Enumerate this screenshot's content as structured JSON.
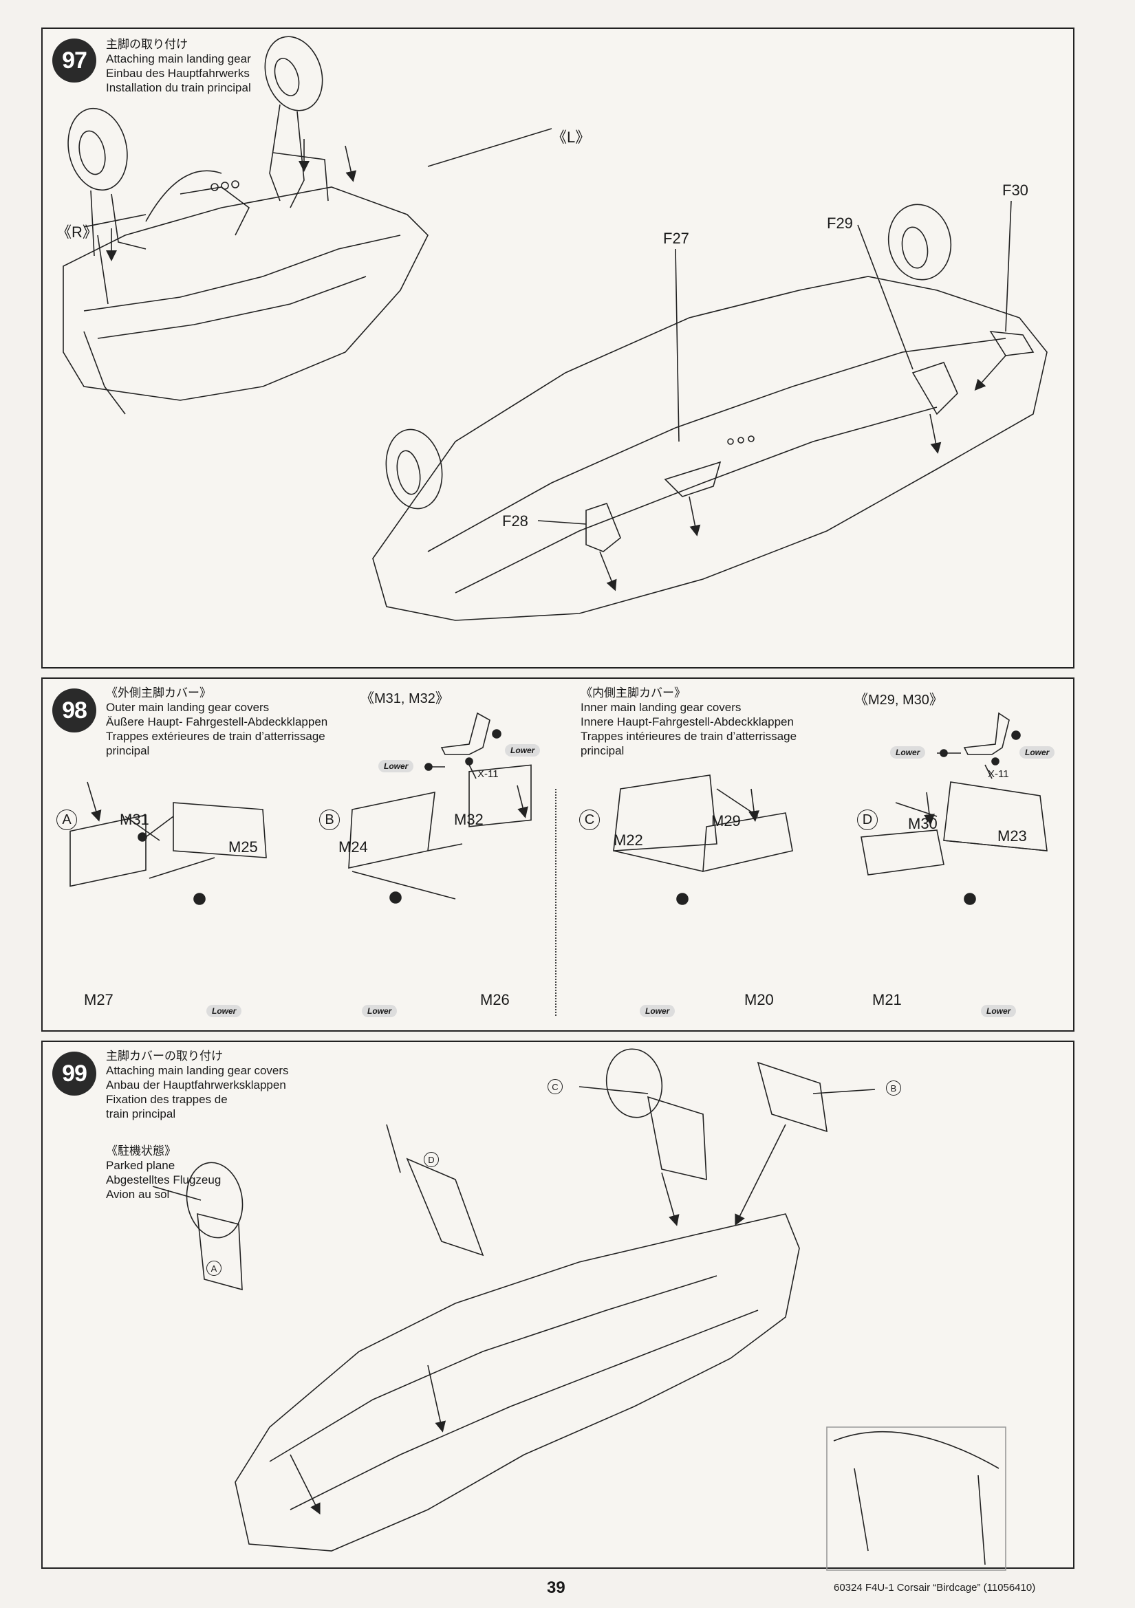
{
  "step97": {
    "number": "97",
    "titles": [
      "主脚の取り付け",
      "Attaching main landing gear",
      "Einbau des Hauptfahrwerks",
      "Installation du train principal"
    ],
    "labels": {
      "left": "《L》",
      "right": "《R》",
      "f27": "F27",
      "f28": "F28",
      "f29": "F29",
      "f30": "F30"
    }
  },
  "step98": {
    "number": "98",
    "outer": {
      "titles": [
        "《外側主脚カバー》",
        "Outer main landing gear covers",
        "Äußere Haupt- Fahrgestell-Abdeckklappen",
        "Trappes extérieures de train d’atterrissage",
        "principal"
      ],
      "parts": "《M31, M32》",
      "lower": "Lower",
      "x_part": "X-11"
    },
    "inner": {
      "titles": [
        "《内側主脚カバー》",
        "Inner main landing gear covers",
        "Innere Haupt-Fahrgestell-Abdeckklappen",
        "Trappes intérieures de train d’atterrissage",
        "principal"
      ],
      "parts": "《M29, M30》",
      "lower": "Lower",
      "x_part": "X-11"
    },
    "sub": {
      "A": {
        "letter": "A",
        "p1": "M31",
        "p2": "M25",
        "p3": "M27",
        "lower": "Lower"
      },
      "B": {
        "letter": "B",
        "p1": "M32",
        "p2": "M24",
        "p3": "M26",
        "lower": "Lower"
      },
      "C": {
        "letter": "C",
        "p1": "M29",
        "p2": "M22",
        "p3": "M20",
        "lower": "Lower"
      },
      "D": {
        "letter": "D",
        "p1": "M30",
        "p2": "M23",
        "p3": "M21",
        "lower": "Lower"
      }
    }
  },
  "step99": {
    "number": "99",
    "titles": [
      "主脚カバーの取り付け",
      "Attaching main landing gear covers",
      "Anbau der Hauptfahrwerksklappen",
      "Fixation des trappes de",
      "train principal"
    ],
    "parked": [
      "《駐機状態》",
      "Parked plane",
      "Abgestelltes Flugzeug",
      "Avion au sol"
    ],
    "callouts": {
      "a": "A",
      "b": "B",
      "c": "C",
      "d": "D"
    }
  },
  "footer": {
    "page": "39",
    "ref": "60324  F4U-1 Corsair “Birdcage” (11056410)"
  }
}
